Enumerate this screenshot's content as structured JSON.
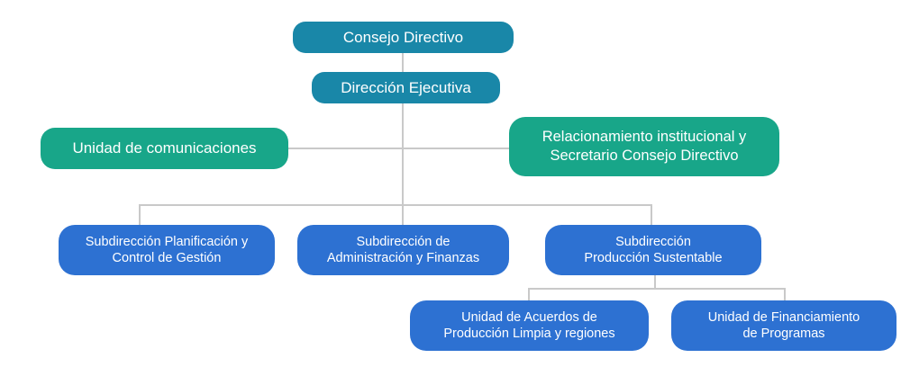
{
  "diagram": {
    "type": "org-chart",
    "background": "#ffffff",
    "colors": {
      "teal": "#1987a8",
      "green": "#18a689",
      "blue": "#2d71d2",
      "connector": "#c9c9c9",
      "node_text": "#ffffff"
    },
    "nodes": {
      "consejo": {
        "label": "Consejo Directivo",
        "parent": null,
        "color": "teal"
      },
      "direccion": {
        "label": "Dirección Ejecutiva",
        "parent": "consejo",
        "color": "teal"
      },
      "comunicaciones": {
        "label": "Unidad de comunicaciones",
        "parent": "direccion",
        "color": "green"
      },
      "relacionamiento": {
        "label": "Relacionamiento institucional y\nSecretario Consejo Directivo",
        "parent": "direccion",
        "color": "green"
      },
      "planificacion": {
        "label": "Subdirección Planificación y\nControl de Gestión",
        "parent": "direccion",
        "color": "blue"
      },
      "administracion": {
        "label": "Subdirección de\nAdministración y Finanzas",
        "parent": "direccion",
        "color": "blue"
      },
      "produccion": {
        "label": "Subdirección\nProducción Sustentable",
        "parent": "direccion",
        "color": "blue"
      },
      "acuerdos": {
        "label": "Unidad de Acuerdos de\nProducción Limpia y regiones",
        "parent": "produccion",
        "color": "blue"
      },
      "financiamiento": {
        "label": "Unidad de Financiamiento\nde Programas",
        "parent": "produccion",
        "color": "blue"
      }
    }
  }
}
